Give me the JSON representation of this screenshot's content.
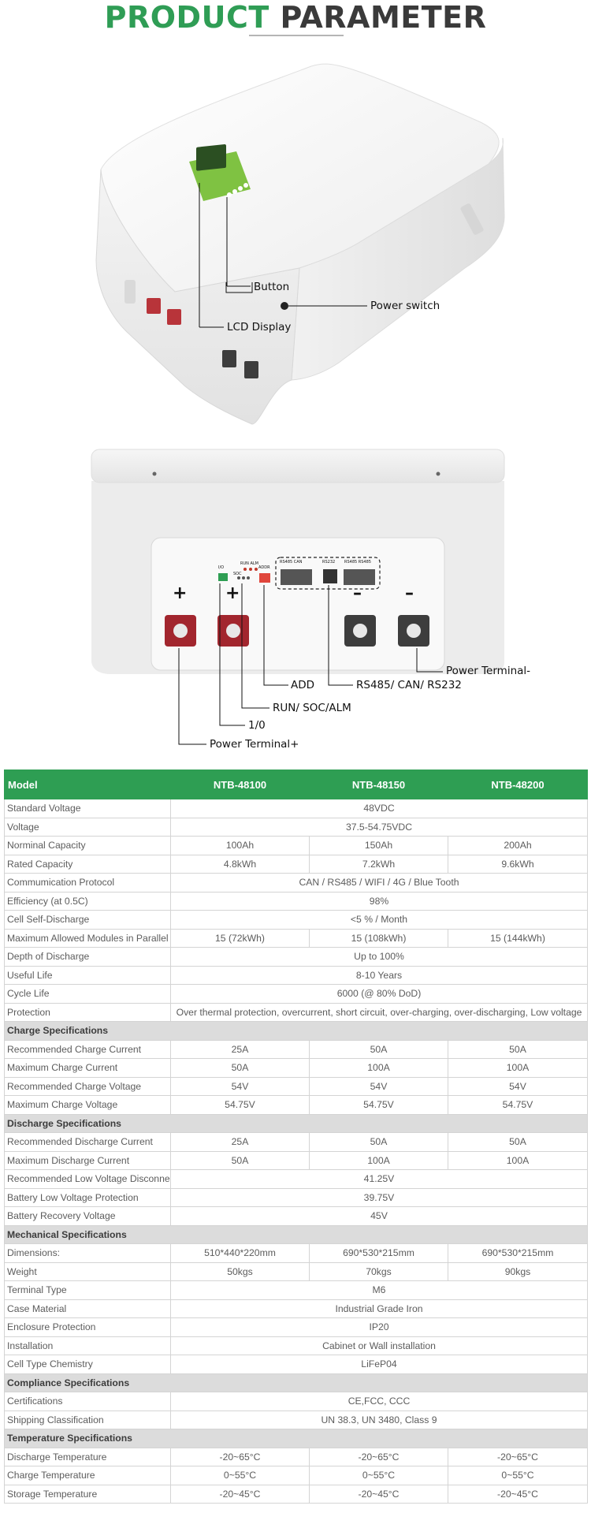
{
  "header": {
    "title_green": "PRODUCT",
    "title_dark": "PARAMETER"
  },
  "figure1": {
    "callouts": {
      "button": "Button",
      "power_switch": "Power switch",
      "lcd_display": "LCD Display"
    }
  },
  "figure2": {
    "plus_sign": "+",
    "minus_sign": "–",
    "port_labels": {
      "rs485_can": "RS485   CAN",
      "rs232": "RS232",
      "rs485_rs485": "RS485  RS485",
      "add": "ADDR",
      "run": "RUN ALM",
      "soc": "SOC",
      "io": "I/O"
    },
    "callouts": {
      "add": "ADD",
      "comm": "RS485/ CAN/ RS232",
      "power_minus": "Power Terminal-",
      "run_soc_alm": "RUN/ SOC/ALM",
      "io": "1/0",
      "power_plus": "Power Terminal+"
    }
  },
  "table": {
    "header": [
      "Model",
      "NTB-48100",
      "NTB-48150",
      "NTB-48200"
    ],
    "rows": [
      {
        "label": "Standard Voltage",
        "span": "48VDC"
      },
      {
        "label": "Voltage",
        "span": "37.5-54.75VDC"
      },
      {
        "label": "Norminal Capacity",
        "values": [
          "100Ah",
          "150Ah",
          "200Ah"
        ]
      },
      {
        "label": "Rated Capacity",
        "values": [
          "4.8kWh",
          "7.2kWh",
          "9.6kWh"
        ]
      },
      {
        "label": "Commumication Protocol",
        "span": "CAN / RS485 / WIFI / 4G / Blue Tooth"
      },
      {
        "label": "Efficiency (at 0.5C)",
        "span": "98%"
      },
      {
        "label": "Cell Self-Discharge",
        "span": "<5 % / Month"
      },
      {
        "label": "Maximum Allowed Modules in Parallel",
        "values": [
          "15 (72kWh)",
          "15 (108kWh)",
          "15 (144kWh)"
        ]
      },
      {
        "label": "Depth of Discharge",
        "span": "Up to 100%"
      },
      {
        "label": "Useful Life",
        "span": "8-10 Years"
      },
      {
        "label": "Cycle Life",
        "span": "6000 (@ 80% DoD)"
      },
      {
        "label": "Protection",
        "span": "Over thermal protection, overcurrent, short circuit, over-charging, over-discharging, Low voltage"
      },
      {
        "section": "Charge Specifications"
      },
      {
        "label": "Recommended Charge Current",
        "values": [
          "25A",
          "50A",
          "50A"
        ]
      },
      {
        "label": "Maximum Charge Current",
        "values": [
          "50A",
          "100A",
          "100A"
        ]
      },
      {
        "label": "Recommended Charge Voltage",
        "values": [
          "54V",
          "54V",
          "54V"
        ]
      },
      {
        "label": "Maximum Charge Voltage",
        "values": [
          "54.75V",
          "54.75V",
          "54.75V"
        ]
      },
      {
        "section": "Discharge Specifications"
      },
      {
        "label": "Recommended Discharge Current",
        "values": [
          "25A",
          "50A",
          "50A"
        ]
      },
      {
        "label": "Maximum Discharge Current",
        "values": [
          "50A",
          "100A",
          "100A"
        ]
      },
      {
        "label": "Recommended Low Voltage Disconnect",
        "span": "41.25V"
      },
      {
        "label": "Battery Low Voltage Protection",
        "span": "39.75V"
      },
      {
        "label": "Battery Recovery Voltage",
        "span": "45V"
      },
      {
        "section": "Mechanical Specifications"
      },
      {
        "label": "Dimensions:",
        "values": [
          "510*440*220mm",
          "690*530*215mm",
          "690*530*215mm"
        ]
      },
      {
        "label": "Weight",
        "values": [
          "50kgs",
          "70kgs",
          "90kgs"
        ]
      },
      {
        "label": "Terminal Type",
        "span": "M6"
      },
      {
        "label": "Case Material",
        "span": "Industrial Grade Iron"
      },
      {
        "label": "Enclosure Protection",
        "span": "IP20"
      },
      {
        "label": "Installation",
        "span": "Cabinet or Wall installation"
      },
      {
        "label": "Cell Type Chemistry",
        "span": "LiFeP04"
      },
      {
        "section": "Compliance Specifications"
      },
      {
        "label": "Certifications",
        "span": "CE,FCC, CCC"
      },
      {
        "label": "Shipping Classification",
        "span": "UN 38.3, UN 3480, Class 9"
      },
      {
        "section": "Temperature Specifications"
      },
      {
        "label": "Discharge Temperature",
        "values": [
          "-20~65°C",
          "-20~65°C",
          "-20~65°C"
        ]
      },
      {
        "label": "Charge Temperature",
        "values": [
          "0~55°C",
          "0~55°C",
          "0~55°C"
        ]
      },
      {
        "label": "Storage Temperature",
        "values": [
          "-20~45°C",
          "-20~45°C",
          "-20~45°C"
        ]
      }
    ]
  },
  "colors": {
    "brand_green": "#2e9e53",
    "title_dark": "#3a3a3a",
    "section_gray": "#dcdcdc",
    "lcd_panel": "#7fc242"
  }
}
